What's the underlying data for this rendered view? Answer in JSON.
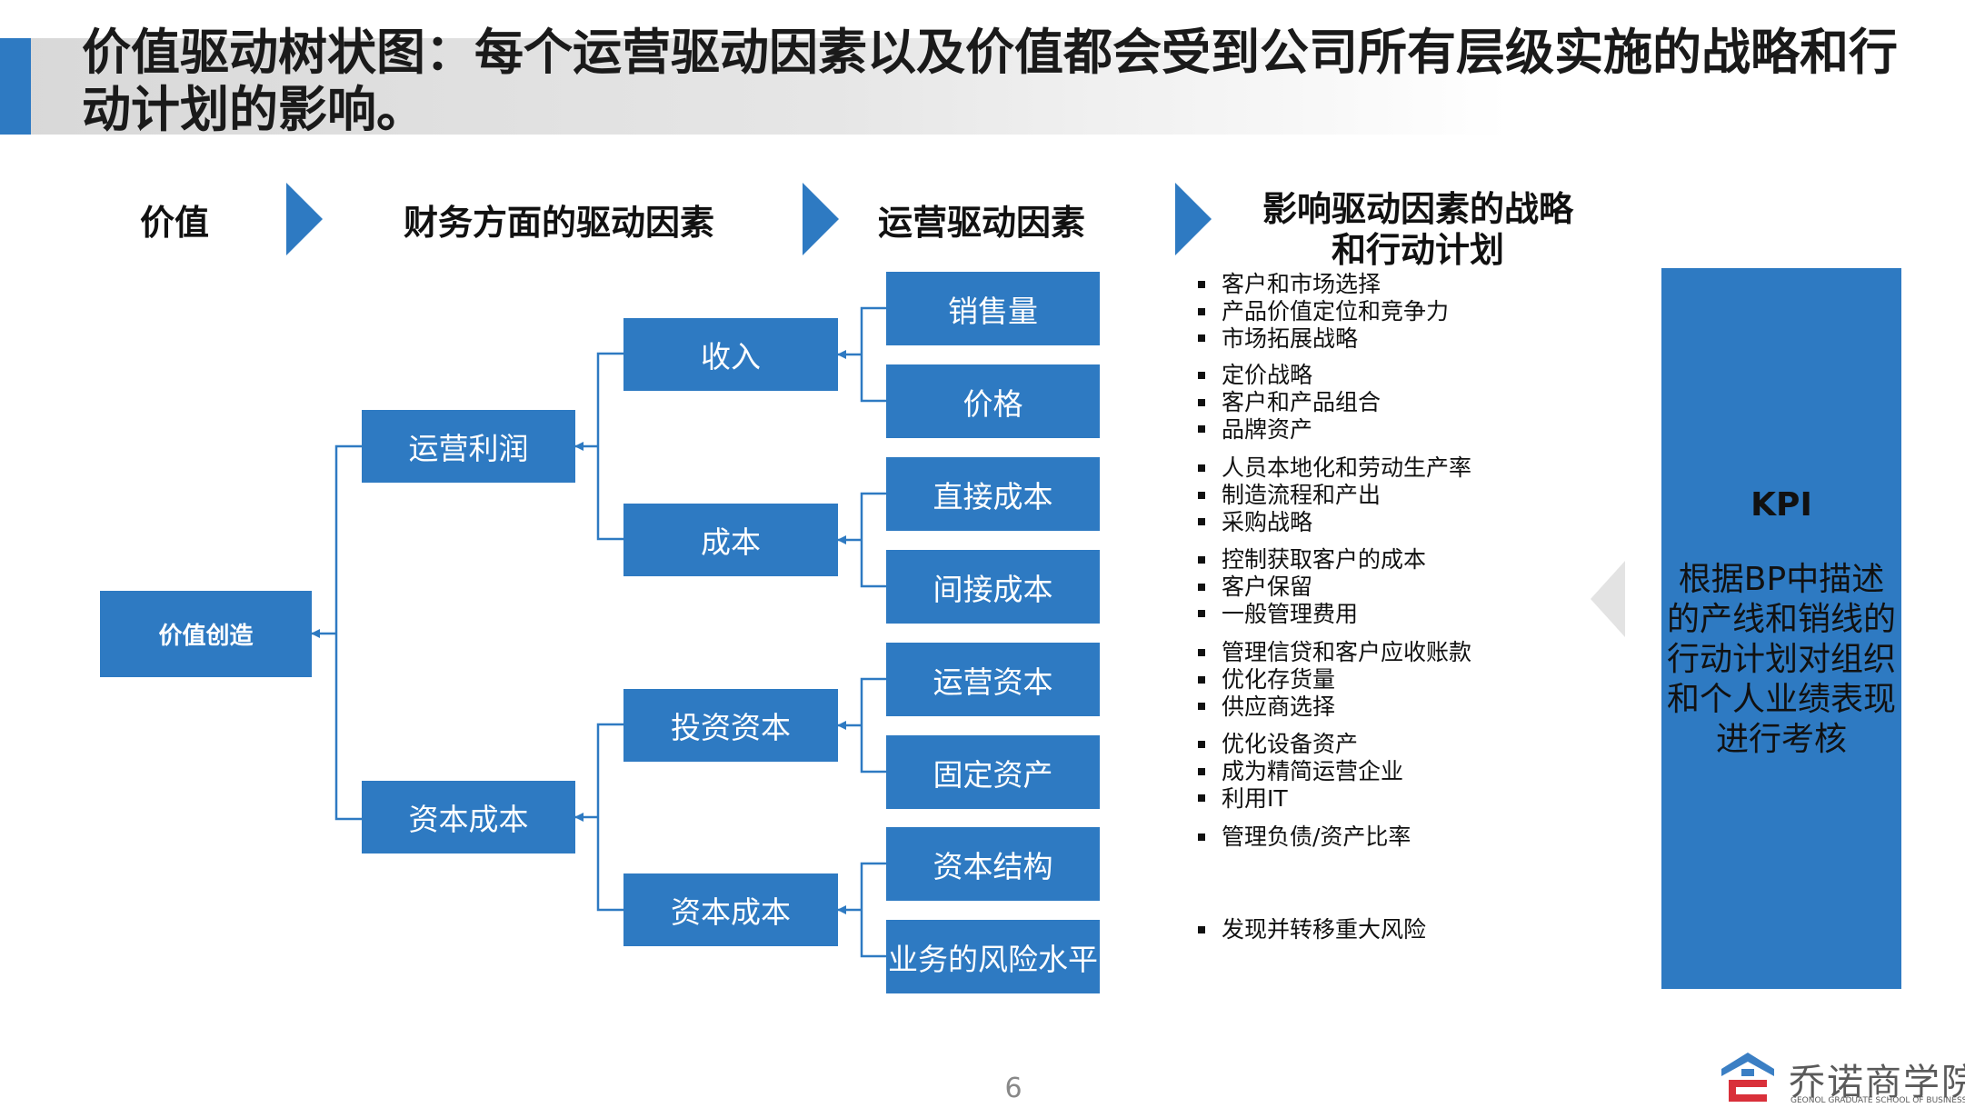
{
  "title": "价值驱动树状图：每个运营驱动因素以及价值都会受到公司所有层级实施的战略和行动计划的影响。",
  "headers": {
    "value": "价值",
    "financial": "财务方面的驱动因素",
    "operational": "运营驱动因素",
    "strategy_line1": "影响驱动因素的战略",
    "strategy_line2": "和行动计划"
  },
  "tree": {
    "root": "价值创造",
    "level1": [
      "运营利润",
      "资本成本"
    ],
    "level2": [
      "收入",
      "成本",
      "投资资本",
      "资本成本"
    ],
    "level3": [
      "销售量",
      "价格",
      "直接成本",
      "间接成本",
      "运营资本",
      "固定资产",
      "资本结构",
      "业务的风险水平"
    ]
  },
  "bullet_groups": [
    [
      "客户和市场选择",
      "产品价值定位和竞争力",
      "市场拓展战略"
    ],
    [
      "定价战略",
      "客户和产品组合",
      "品牌资产"
    ],
    [
      "人员本地化和劳动生产率",
      "制造流程和产出",
      "采购战略"
    ],
    [
      "控制获取客户的成本",
      "客户保留",
      "一般管理费用"
    ],
    [
      "管理信贷和客户应收账款",
      "优化存货量",
      "供应商选择"
    ],
    [
      "优化设备资产",
      "成为精简运营企业",
      "利用IT"
    ],
    [
      "管理负债/资产比率"
    ],
    [
      "发现并转移重大风险"
    ]
  ],
  "kpi": {
    "title": "KPI",
    "text": "根据BP中描述的产线和销线的行动计划对组织和个人业绩表现进行考核"
  },
  "page_number": "6",
  "logo": {
    "name": "乔诺商学院",
    "subtitle": "GEONOL GRADUATE SCHOOL OF BUSINESS"
  },
  "colors": {
    "accent": "#2e7ac2",
    "box_text": "#ffffff",
    "connector": "#2e7ac2"
  }
}
